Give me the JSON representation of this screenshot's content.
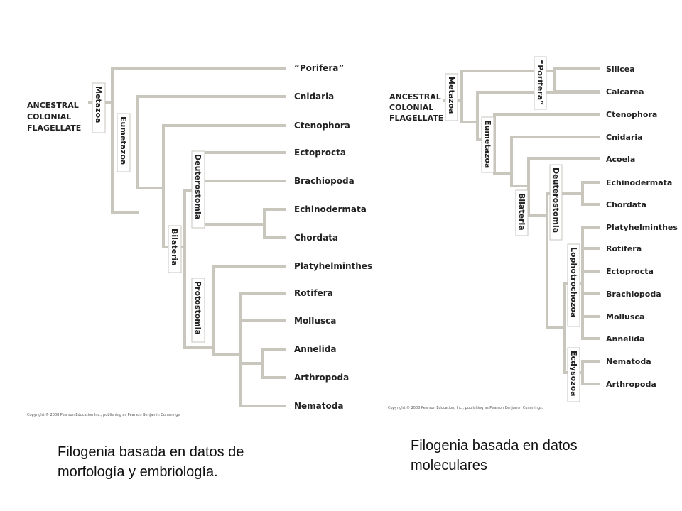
{
  "tree_morph": {
    "root_label": [
      "ANCESTRAL",
      "COLONIAL",
      "FLAGELLATE"
    ],
    "clades": {
      "metazoa": "Metazoa",
      "eumetazoa": "Eumetazoa",
      "bilateria": "Bilateria",
      "deuterostomia": "Deuterostomia",
      "protostomia": "Protostomia"
    },
    "taxa": [
      "“Porifera”",
      "Cnidaria",
      "Ctenophora",
      "Ectoprocta",
      "Brachiopoda",
      "Echinodermata",
      "Chordata",
      "Platyhelminthes",
      "Rotifera",
      "Mollusca",
      "Annelida",
      "Arthropoda",
      "Nematoda"
    ],
    "copyright": "Copyright © 2008 Pearson Education Inc., publishing as Pearson Benjamin Cummings."
  },
  "tree_mol": {
    "root_label": [
      "ANCESTRAL",
      "COLONIAL",
      "FLAGELLATE"
    ],
    "clades": {
      "metazoa": "Metazoa",
      "porifera": "“Porifera”",
      "eumetazoa": "Eumetazoa",
      "bilateria": "Bilateria",
      "deuterostomia": "Deuterostomia",
      "lophotrochozoa": "Lophotrochozoa",
      "ecdysozoa": "Ecdysozoa"
    },
    "taxa": [
      "Silicea",
      "Calcarea",
      "Ctenophora",
      "Cnidaria",
      "Acoela",
      "Echinodermata",
      "Chordata",
      "Platyhelminthes",
      "Rotifera",
      "Ectoprocta",
      "Brachiopoda",
      "Mollusca",
      "Annelida",
      "Nematoda",
      "Arthropoda"
    ],
    "copyright": "Copyright © 2008 Pearson Education, Inc., publishing as Pearson Benjamin Cummings."
  },
  "captions": {
    "left": [
      "Filogenia basada en datos de",
      "morfología y embriología."
    ],
    "right": [
      "Filogenia basada en datos",
      "moleculares"
    ]
  }
}
